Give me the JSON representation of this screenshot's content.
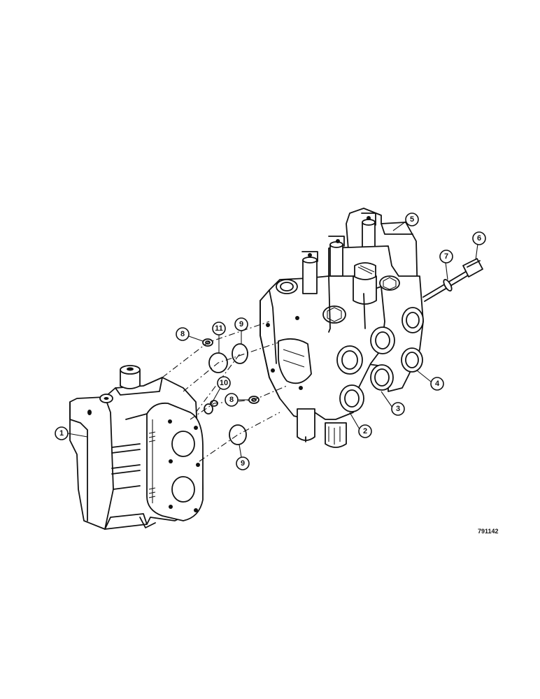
{
  "callouts": {
    "c1": "1",
    "c2": "2",
    "c3": "3",
    "c4": "4",
    "c5": "5",
    "c6": "6",
    "c7": "7",
    "c8a": "8",
    "c8b": "8",
    "c9a": "9",
    "c9b": "9",
    "c10": "10",
    "c11": "11"
  },
  "figure_id": "791142"
}
